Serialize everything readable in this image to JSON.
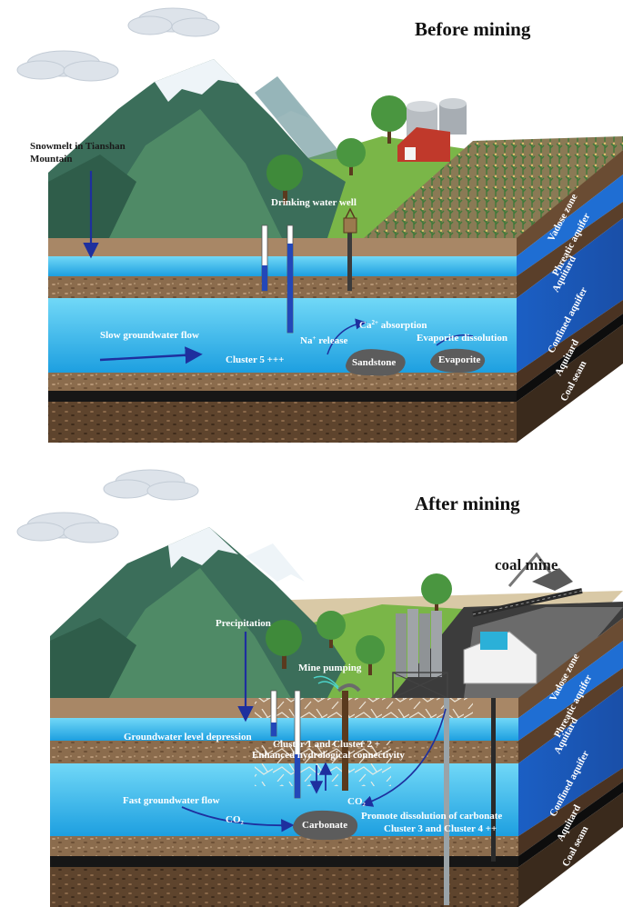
{
  "before": {
    "title": "Before mining",
    "snowmelt_line1": "Snowmelt in Tianshan",
    "snowmelt_line2": "Mountain",
    "drinking_well": "Drinking water well",
    "slow_flow": "Slow groundwater flow",
    "cluster5": "Cluster 5 +++",
    "ca_prefix": "Ca",
    "ca_sup": "2+",
    "ca_suffix": " absorption",
    "na_prefix": "Na",
    "na_sup": "+",
    "na_suffix": " release",
    "evaporite_dissolution": "Evaporite dissolution",
    "sandstone": "Sandstone",
    "evaporite": "Evaporite"
  },
  "after": {
    "title": "After mining",
    "coal_mine": "coal mine",
    "precipitation": "Precipitation",
    "mine_pumping": "Mine pumping",
    "depression": "Groundwater level depression",
    "cluster12": "Cluster 1 and Cluster 2 +",
    "connectivity": "Enhanced hydrological connectivity",
    "fast_flow": "Fast groundwater flow",
    "co2_left": "CO₂",
    "co2_right": "CO₂",
    "carbonate": "Carbonate",
    "promote": "Promote dissolution of carbonate",
    "cluster34": "Cluster 3 and Cluster 4 ++"
  },
  "layers": {
    "vadose": "Vadose zone",
    "phreatic": "Phreatic aquifer",
    "aquitard1": "Aquitard",
    "confined": "Confined aquifer",
    "aquitard2": "Aquitard",
    "coal_seam": "Coal seam"
  },
  "colors": {
    "water_light": "#5fd0f5",
    "water_mid": "#1ea6e6",
    "soil": "#8a6a4b",
    "coal": "#161616",
    "flow_arrow": "#1e2f9e",
    "grass": "#7ab648"
  }
}
